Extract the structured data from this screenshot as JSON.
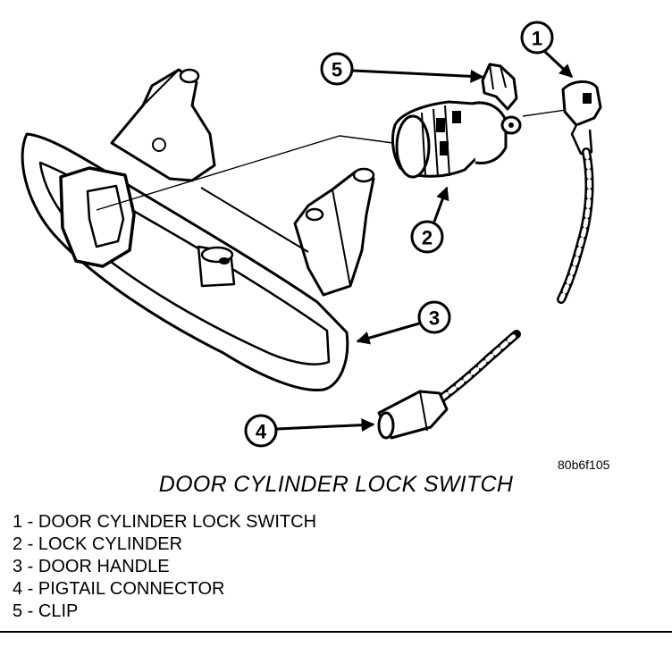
{
  "title": "DOOR CYLINDER LOCK SWITCH",
  "reference_code": "80b6f105",
  "callouts": [
    {
      "number": "1"
    },
    {
      "number": "2"
    },
    {
      "number": "3"
    },
    {
      "number": "4"
    },
    {
      "number": "5"
    }
  ],
  "legend": [
    {
      "text": "1 - DOOR CYLINDER LOCK SWITCH"
    },
    {
      "text": "2 - LOCK CYLINDER"
    },
    {
      "text": "3 - DOOR HANDLE"
    },
    {
      "text": "4 - PIGTAIL CONNECTOR"
    },
    {
      "text": "5 - CLIP"
    }
  ]
}
